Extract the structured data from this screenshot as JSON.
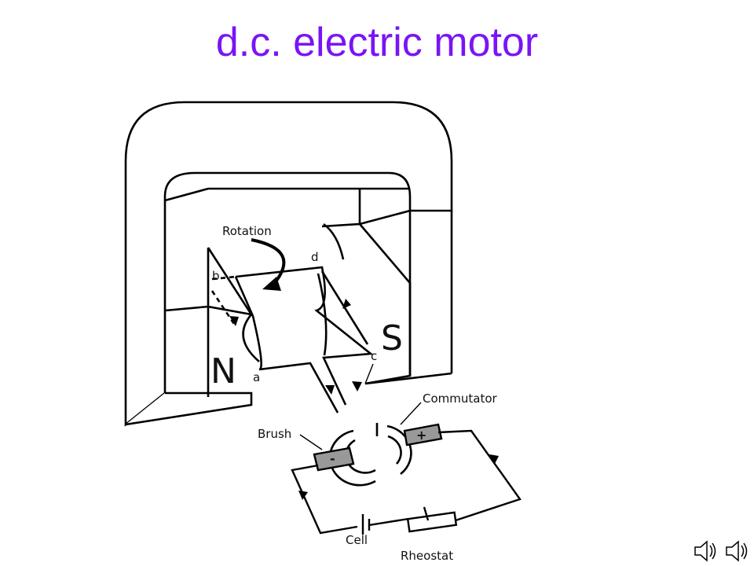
{
  "slide": {
    "title": "d.c. electric motor",
    "title_color": "#7a14f5"
  },
  "diagram": {
    "labels": {
      "rotation": "Rotation",
      "corner_a": "a",
      "corner_b": "b",
      "corner_c": "c",
      "corner_d": "d",
      "north_pole": "N",
      "south_pole": "S",
      "commutator": "Commutator",
      "brush": "Brush",
      "minus": "-",
      "plus": "+",
      "cell": "Cell",
      "rheostat": "Rheostat"
    }
  },
  "controls": {
    "audio_icons": [
      "speaker-icon",
      "speaker-icon"
    ]
  }
}
